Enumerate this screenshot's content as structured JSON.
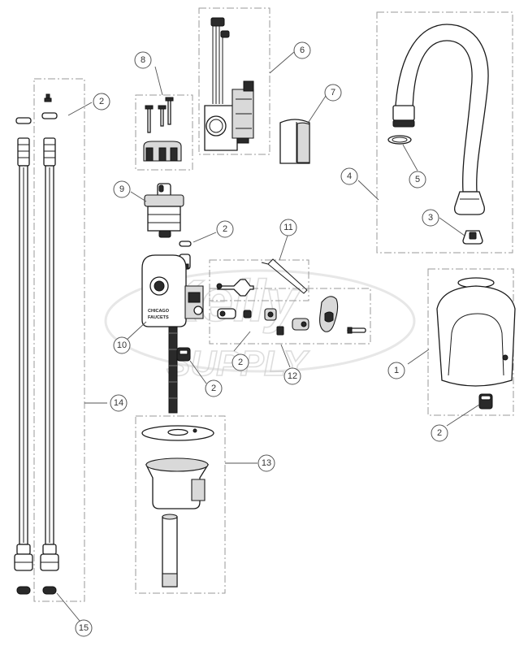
{
  "callouts": [
    "1",
    "2",
    "3",
    "4",
    "5",
    "6",
    "7",
    "8",
    "9",
    "10",
    "11",
    "12",
    "13",
    "14",
    "15"
  ],
  "body_brand": [
    "CHICAGO",
    "FAUCETS"
  ],
  "watermark": [
    "Kelly",
    "SUPPLY"
  ]
}
